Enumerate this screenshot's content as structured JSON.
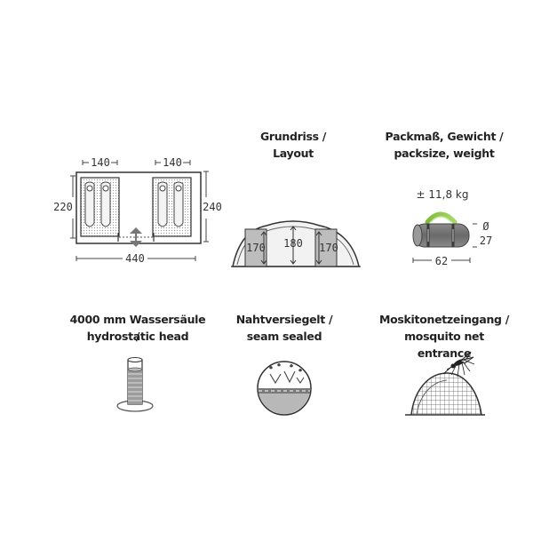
{
  "floor_plan": {
    "dim_top_left": "140",
    "dim_top_right": "140",
    "dim_left": "220",
    "dim_right": "240",
    "dim_bottom": "440"
  },
  "layout": {
    "title_line1": "Grundriss /",
    "title_line2": "Layout",
    "dim_left": "170",
    "dim_center": "180",
    "dim_right": "170"
  },
  "pack": {
    "title_line1": "Packmaß, Gewicht /",
    "title_line2": "packsize, weight",
    "weight": "± 11,8 kg",
    "diameter_symbol": "Ø",
    "diameter": "27",
    "length": "62"
  },
  "hydrostatic": {
    "title_line1": "4000 mm Wassersäule /",
    "title_line2": "hydrostatic head"
  },
  "seam": {
    "title_line1": "Nahtversiegelt /",
    "title_line2": "seam sealed"
  },
  "mosquito": {
    "title_line1": "Moskitonetzeingang /",
    "title_line2": "mosquito net entrance"
  }
}
